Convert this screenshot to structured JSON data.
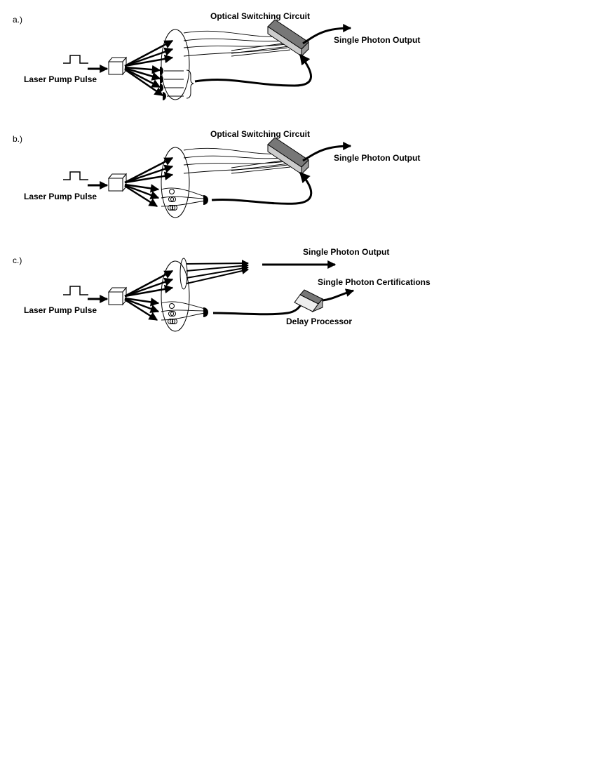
{
  "panels": [
    {
      "id": "a",
      "panel_label": "a.)",
      "pump_label": "Laser Pump Pulse",
      "switch_label": "Optical Switching Circuit",
      "output_label": "Single Photon Output"
    },
    {
      "id": "b",
      "panel_label": "b.)",
      "pump_label": "Laser Pump Pulse",
      "switch_label": "Optical Switching Circuit",
      "output_label": "Single Photon Output"
    },
    {
      "id": "c",
      "panel_label": "c.)",
      "pump_label": "Laser Pump Pulse",
      "output_label": "Single Photon Output",
      "cert_label": "Single Photon Certifications",
      "processor_label": "Delay Processor"
    }
  ],
  "colors": {
    "ink": "#000000",
    "box_dark": "#777777",
    "box_mid": "#aaaaaa",
    "box_light": "#d0d0d0"
  }
}
